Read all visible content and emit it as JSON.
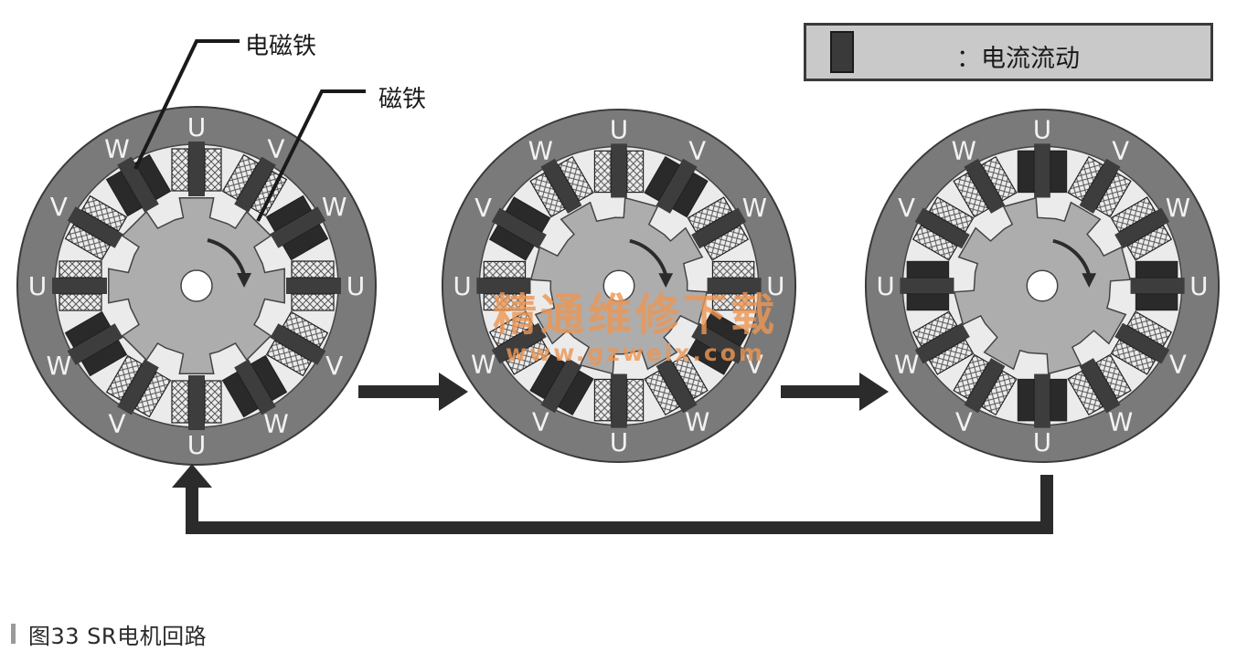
{
  "labels": {
    "electromagnet": "电磁铁",
    "magnet": "磁铁"
  },
  "legend": {
    "text": "：电流流动"
  },
  "caption": {
    "text": "图33  SR电机回路"
  },
  "watermark": {
    "line1": "精通维修下载",
    "line2": "www.gzweix.com"
  },
  "colors": {
    "stator_ring": "#7a7a7a",
    "slot_light": "#ebebeb",
    "energized_coil": "#2a2a2a",
    "rotor": "#adadad",
    "arrow": "#2b2b2b",
    "watermark": "#ec9654"
  },
  "motors": [
    {
      "name": "motor-1",
      "phase_labels": [
        "U",
        "V",
        "W",
        "U",
        "V",
        "W",
        "U",
        "V",
        "W",
        "U",
        "V",
        "W"
      ],
      "energized_phase": "W",
      "rotor_angle_deg": 0
    },
    {
      "name": "motor-2",
      "phase_labels": [
        "U",
        "V",
        "W",
        "U",
        "V",
        "W",
        "U",
        "V",
        "W",
        "U",
        "V",
        "W"
      ],
      "energized_phase": "V",
      "rotor_angle_deg": 15
    },
    {
      "name": "motor-3",
      "phase_labels": [
        "U",
        "V",
        "W",
        "U",
        "V",
        "W",
        "U",
        "V",
        "W",
        "U",
        "V",
        "W"
      ],
      "energized_phase": "U",
      "rotor_angle_deg": 30
    }
  ]
}
